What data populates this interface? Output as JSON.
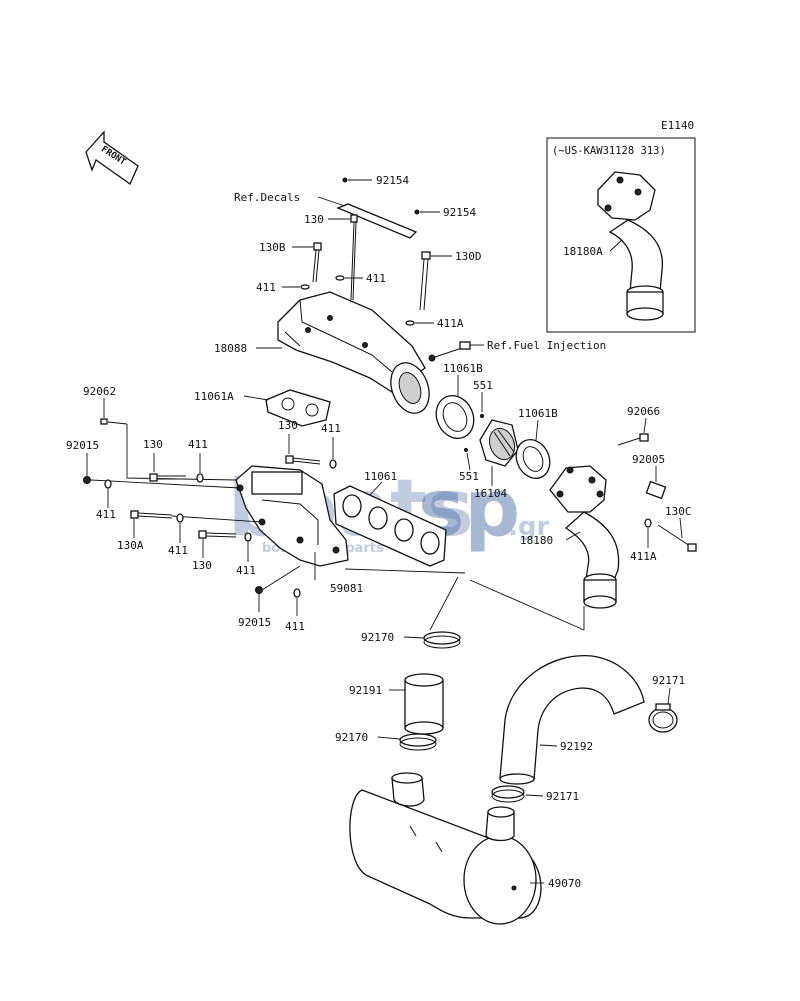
{
  "diagram": {
    "code": "E1140",
    "front_label": "FRONT",
    "inset_title": "(~US-KAW31128 313)",
    "watermark": {
      "text1": "boats",
      "text2": "sp",
      "domain": ".gr",
      "subtitle": "boat spare parts"
    },
    "refs": {
      "decals": "Ref.Decals",
      "fuel": "Ref.Fuel Injection"
    },
    "parts": {
      "p92154a": "92154",
      "p92154b": "92154",
      "p130top": "130",
      "p130b": "130B",
      "p130d": "130D",
      "p411top1": "411",
      "p411top2": "411",
      "p411a_top": "411A",
      "p18088": "18088",
      "p11061b_top": "11061B",
      "p551top": "551",
      "p11061a": "11061A",
      "p92062": "92062",
      "p130m1": "130",
      "p411m1": "411",
      "p130m2": "130",
      "p411m2": "411",
      "p92015a": "92015",
      "p411l1": "411",
      "p130a": "130A",
      "p411l2": "411",
      "p130m3": "130",
      "p411m3": "411",
      "p11061": "11061",
      "p551mid": "551",
      "p16104": "16104",
      "p11061b_r": "11061B",
      "p92066": "92066",
      "p92005": "92005",
      "p130c": "130C",
      "p411a_r": "411A",
      "p18180": "18180",
      "p18180a": "18180A",
      "p59081": "59081",
      "p92015b": "92015",
      "p411b": "411",
      "p92170a": "92170",
      "p92191": "92191",
      "p92170b": "92170",
      "p92171a": "92171",
      "p92192": "92192",
      "p92171b": "92171",
      "p49070": "49070"
    }
  }
}
